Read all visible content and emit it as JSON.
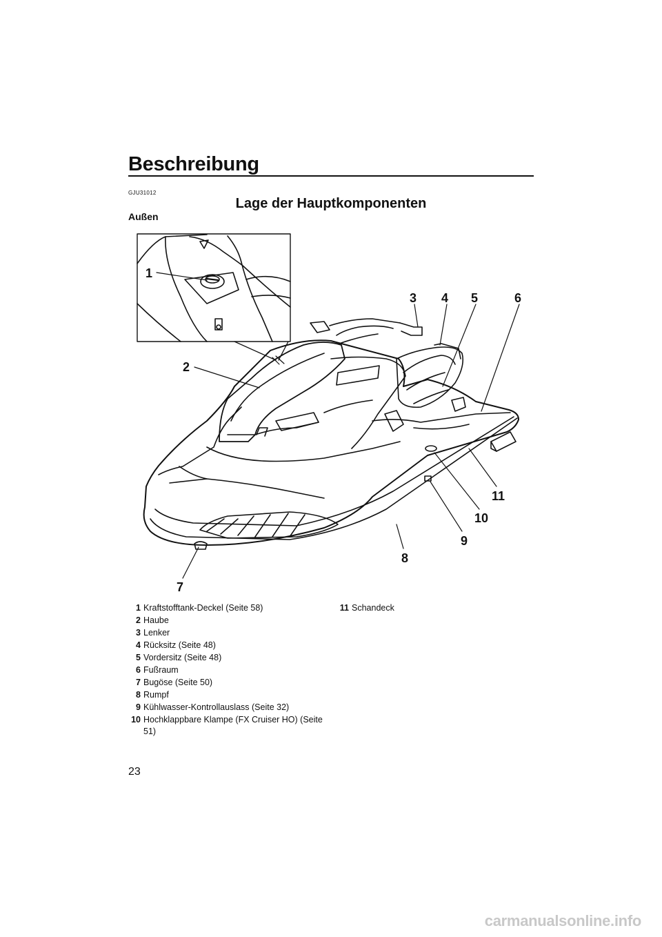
{
  "header": {
    "section_title": "Beschreibung",
    "doc_code": "GJU31012",
    "page_heading": "Lage der Hauptkomponenten",
    "subheading": "Außen"
  },
  "figure": {
    "callouts": [
      "1",
      "2",
      "3",
      "4",
      "5",
      "6",
      "7",
      "8",
      "9",
      "10",
      "11"
    ]
  },
  "legend": [
    {
      "num": "1",
      "text": "Kraftstofftank-Deckel (Seite 58)"
    },
    {
      "num": "2",
      "text": "Haube"
    },
    {
      "num": "3",
      "text": "Lenker"
    },
    {
      "num": "4",
      "text": "Rücksitz (Seite 48)"
    },
    {
      "num": "5",
      "text": "Vordersitz (Seite 48)"
    },
    {
      "num": "6",
      "text": "Fußraum"
    },
    {
      "num": "7",
      "text": "Bugöse (Seite 50)"
    },
    {
      "num": "8",
      "text": "Rumpf"
    },
    {
      "num": "9",
      "text": "Kühlwasser-Kontrollauslass (Seite 32)"
    },
    {
      "num": "10",
      "text": "Hochklappbare Klampe (FX Cruiser HO) (Seite 51)"
    },
    {
      "num": "11",
      "text": "Schandeck"
    }
  ],
  "footer": {
    "page_number": "23",
    "watermark": "carmanualsonline.info"
  }
}
